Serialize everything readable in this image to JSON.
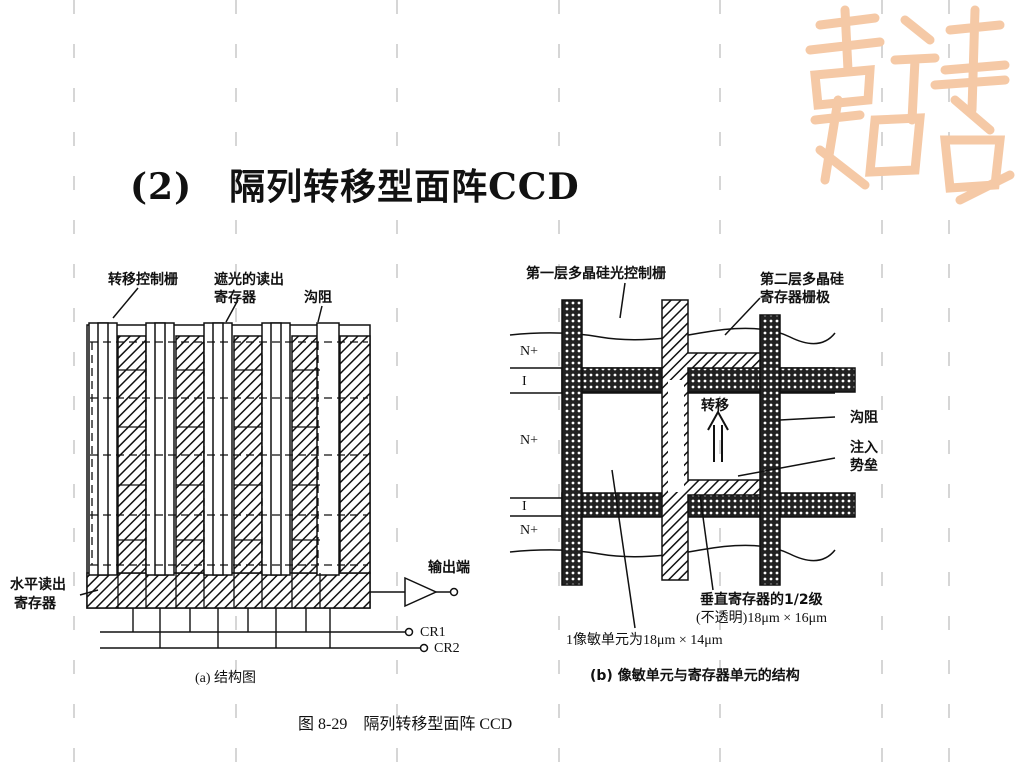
{
  "slide": {
    "title": "(2)　隔列转移型面阵CCD",
    "watermark": "吉祥如意"
  },
  "figure_a": {
    "label_transfer_gate": "转移控制栅",
    "label_shielded_register_1": "遮光的读出",
    "label_shielded_register_2": "寄存器",
    "label_channel_stop": "沟阻",
    "label_horizontal_register_1": "水平读出",
    "label_horizontal_register_2": "寄存器",
    "label_output": "输出端",
    "label_cr1": "CR1",
    "label_cr2": "CR2",
    "caption": "(a) 结构图"
  },
  "figure_b": {
    "label_poly1": "第一层多晶硅光控制栅",
    "label_poly2_1": "第二层多晶硅",
    "label_poly2_2": "寄存器栅极",
    "label_n_plus": "N+",
    "label_i": "I",
    "label_transfer": "转移",
    "label_channel_stop": "沟阻",
    "label_barrier_1": "注入",
    "label_barrier_2": "势垒",
    "label_vertical_1": "垂直寄存器的1/2级",
    "label_vertical_2": "(不透明)18μm × 16μm",
    "label_pixel": "1像敏单元为18μm × 14μm",
    "caption": "(b) 像敏单元与寄存器单元的结构"
  },
  "figure_caption": "图 8-29　隔列转移型面阵 CCD",
  "colors": {
    "watermark": "#f5c9a6",
    "grid_dash": "#d6d6d6"
  }
}
